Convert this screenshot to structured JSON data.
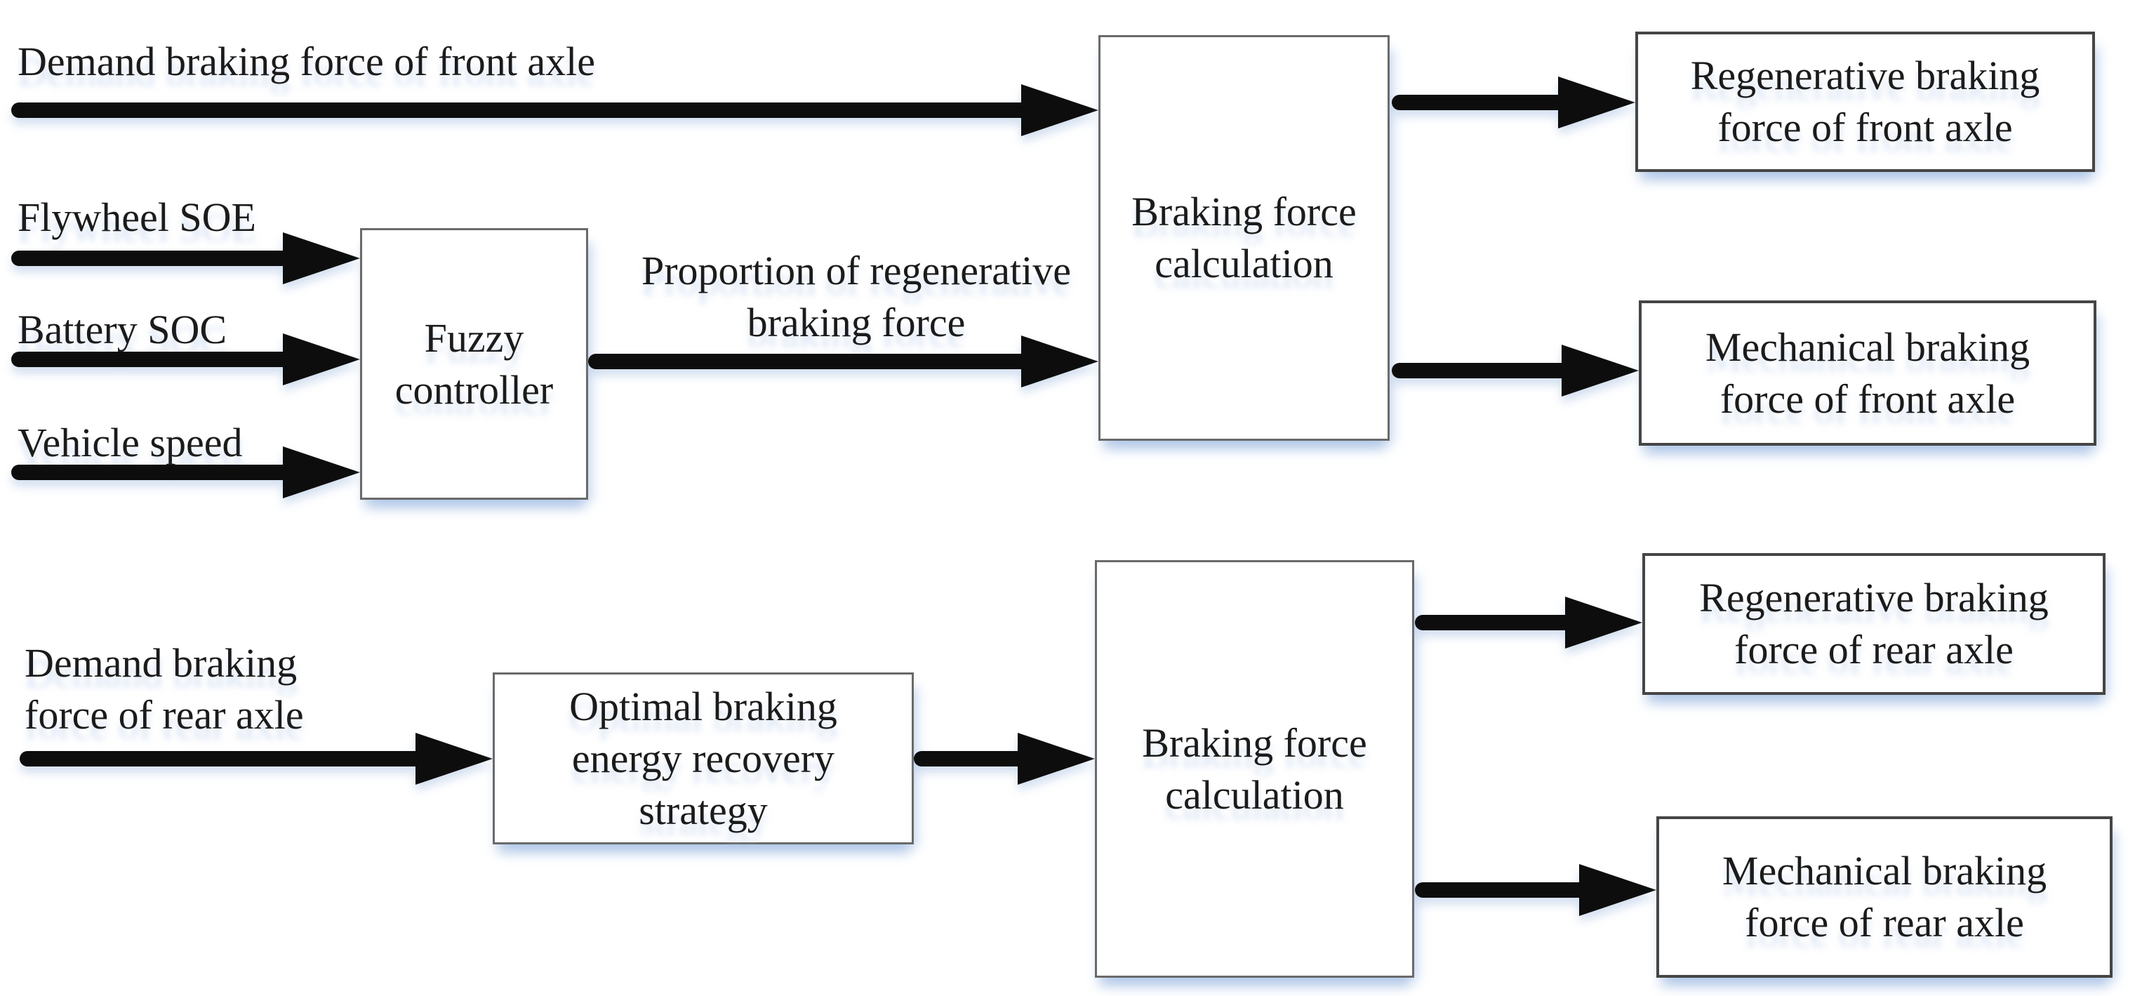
{
  "colors": {
    "background": "#ffffff",
    "text": "#1b1b1b",
    "arrow": "#0d0d0d",
    "process_box_border": "#6a6a6a",
    "output_box_border": "#454545",
    "shadow_tint": "#cfdcf0"
  },
  "front_axle": {
    "demand_label": "Demand braking force of front axle",
    "controller_inputs": {
      "flywheel": "Flywheel SOE",
      "battery": "Battery SOC",
      "vehicle": "Vehicle speed"
    },
    "controller_label": "Fuzzy\ncontroller",
    "controller_output_label": "Proportion of regenerative\nbraking force",
    "calculation_label": "Braking force\ncalculation",
    "regenerative_output_label": "Regenerative braking\nforce of front axle",
    "mechanical_output_label": "Mechanical braking\nforce of front axle"
  },
  "rear_axle": {
    "demand_label": "Demand braking\nforce of rear axle",
    "strategy_label": "Optimal braking\nenergy recovery\nstrategy",
    "calculation_label": "Braking force\ncalculation",
    "regenerative_output_label": "Regenerative braking\nforce of rear axle",
    "mechanical_output_label": "Mechanical braking\nforce of rear axle"
  }
}
